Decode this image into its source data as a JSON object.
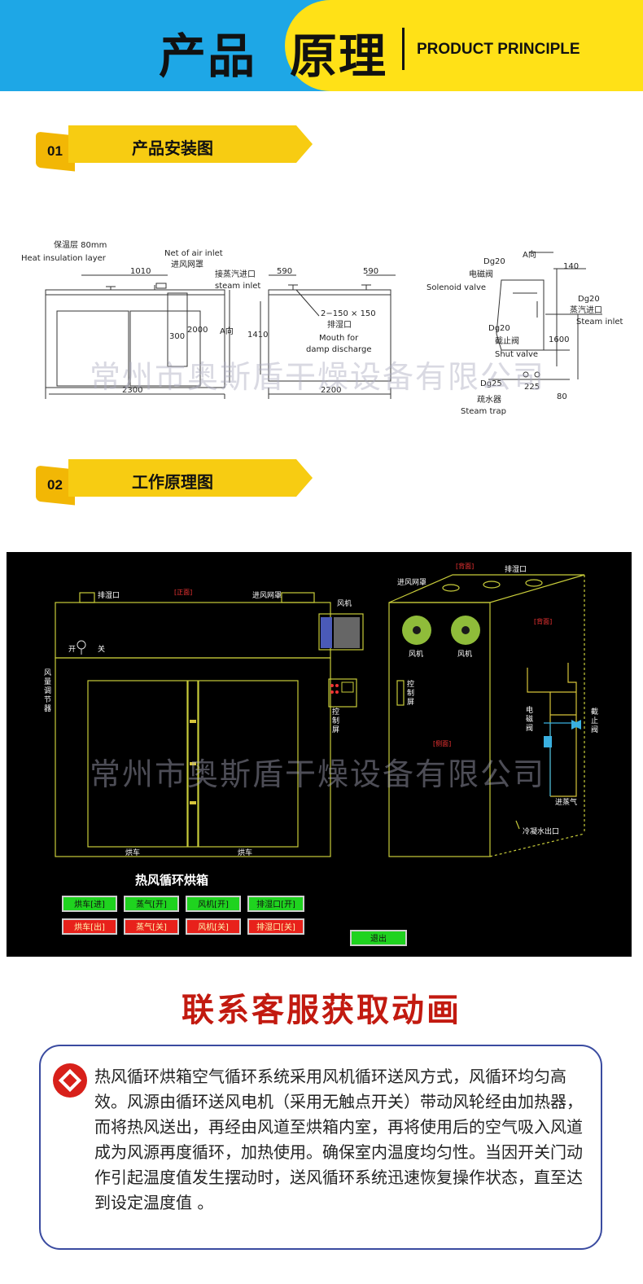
{
  "banner": {
    "title_left": "产品",
    "title_right": "原理",
    "subtitle": "PRODUCT PRINCIPLE"
  },
  "sections": [
    {
      "number": "01",
      "label": "产品安装图"
    },
    {
      "number": "02",
      "label": "工作原理图"
    }
  ],
  "install_drawing": {
    "labels": {
      "insulation_cn": "保温层 80mm",
      "insulation_en": "Heat insulation layer",
      "air_inlet_en": "Net of air inlet",
      "air_inlet_cn": "进风网罩",
      "steam_cn": "接蒸汽进口",
      "steam_en": "steam inlet",
      "dim_1010": "1010",
      "dim_590a": "590",
      "dim_590b": "590",
      "dim_2000": "2000",
      "dim_300": "300",
      "dim_1410": "1410",
      "dim_2300": "2300",
      "dim_2200": "2200",
      "a_dir": "A向",
      "mouth_size": "2−150 × 150",
      "mouth_cn": "排湿口",
      "mouth_en_1": "Mouth for",
      "mouth_en_2": "damp discharge",
      "dg20_top": "Dg20",
      "a_dir_2": "A向",
      "dim_140": "140",
      "solenoid_cn": "电磁阀",
      "solenoid_en": "Solenoid valve",
      "dg20_right": "Dg20",
      "steam_in_cn": "蒸汽进口",
      "steam_in_en": "Steam inlet",
      "dg20_mid": "Dg20",
      "shut_cn": "截止阀",
      "shut_en": "Shut valve",
      "dim_1600": "1600",
      "dg25": "Dg25",
      "dim_225": "225",
      "dim_80": "80",
      "trap_cn": "疏水器",
      "trap_en": "Steam trap"
    }
  },
  "schematic": {
    "labels": {
      "front": "[正面]",
      "back": "[背面]",
      "side": "[侧面]",
      "rear": "[背面]",
      "damp_left": "排湿口",
      "air_inlet_left": "进风网罩",
      "fan_left": "风机",
      "switch_on": "开",
      "switch_off": "关",
      "damper_vertical": "风量调节器",
      "control_screen_left": "控制屏",
      "cart_left": "烘车",
      "cart_right": "烘车",
      "air_inlet_right": "进风网罩",
      "damp_right": "排湿口",
      "fan_a": "风机",
      "fan_b": "风机",
      "control_screen_right": "控制屏",
      "solenoid": "电磁阀",
      "shutoff": "截止阀",
      "steam_in": "进蒸气",
      "condensate": "冷凝水出口"
    },
    "title": "热风循环烘箱",
    "buttons_green": [
      "烘车[进]",
      "蒸气[开]",
      "风机[开]",
      "排湿口[开]"
    ],
    "buttons_red": [
      "烘车[出]",
      "蒸气[关]",
      "风机[关]",
      "排湿口[关]"
    ],
    "exit_button": "退出"
  },
  "headline": "联系客服获取动画",
  "description": "热风循环烘箱空气循环系统采用风机循环送风方式，风循环均匀高效。风源由循环送风电机（采用无触点开关）带动风轮经由加热器，而将热风送出，再经由风道至烘箱内室，再将使用后的空气吸入风道成为风源再度循环，加热使用。确保室内温度均匀性。当因开关门动作引起温度值发生摆动时，送风循环系统迅速恢复操作状态，直至达到设定温度值 。",
  "watermark": "常州市奥斯盾干燥设备有限公司",
  "colors": {
    "banner_blue": "#1ea7e6",
    "banner_yellow": "#ffe117",
    "ribbon_yellow": "#f7cc12",
    "headline_red": "#c21a10",
    "schematic_line": "#c8cc3a",
    "button_green": "#1fd31f",
    "button_red": "#e8211b",
    "box_border": "#3a4ba0"
  }
}
